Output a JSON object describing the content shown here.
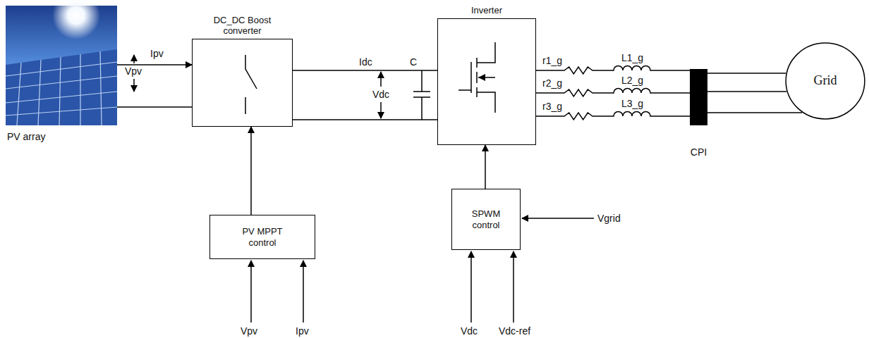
{
  "diagram": {
    "nodes": [
      {
        "text": [
          "PV array"
        ]
      },
      {
        "text": [
          "DC_DC Boost converter"
        ]
      },
      {
        "text": [
          "Inverter"
        ]
      },
      {
        "text": [
          "PV MPPT control"
        ]
      },
      {
        "text": [
          "SPWM control"
        ]
      },
      {
        "text": [
          "CPI"
        ]
      },
      {
        "text": [
          "Grid"
        ]
      }
    ],
    "edges": [
      {
        "from": 0,
        "to": 1,
        "arrow": "to",
        "label": "Ipv"
      },
      {
        "from": 0,
        "to": 1,
        "arrow": "none"
      },
      {
        "from": 1,
        "to": 2,
        "arrow": "none",
        "label": "Idc"
      },
      {
        "from": 1,
        "to": 2,
        "arrow": "none"
      },
      {
        "from": 2,
        "to": 5,
        "arrow": "none"
      },
      {
        "from": 2,
        "to": 5,
        "arrow": "none"
      },
      {
        "from": 2,
        "to": 5,
        "arrow": "none"
      },
      {
        "from": 5,
        "to": 6,
        "arrow": "none"
      },
      {
        "from": 5,
        "to": 6,
        "arrow": "none"
      },
      {
        "from": 5,
        "to": 6,
        "arrow": "none"
      },
      {
        "from": 3,
        "to": 1,
        "arrow": "to"
      },
      {
        "from": 4,
        "to": 2,
        "arrow": "to"
      }
    ],
    "labels": [
      "Vpv",
      "Vdc",
      "C",
      "r1_g",
      "L1_g",
      "r2_g",
      "L2_g",
      "r3_g",
      "L3_g",
      "Vgrid",
      "Vpv",
      "Ipv",
      "Vdc",
      "Vdc-ref"
    ]
  }
}
